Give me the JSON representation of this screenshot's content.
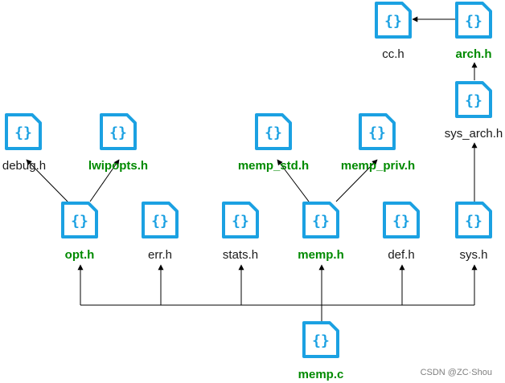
{
  "colors": {
    "icon": "#1ba1e2",
    "icon_bg": "#ffffff",
    "line": "#000000",
    "text": "#1a1a1a",
    "highlight_text": "#008a00",
    "watermark": "#7f7f7f"
  },
  "icon_glyph": "{}",
  "icon_name": "file-code-icon",
  "nodes": [
    {
      "id": "cc-h",
      "label": "cc.h",
      "highlight": false
    },
    {
      "id": "arch-h",
      "label": "arch.h",
      "highlight": true
    },
    {
      "id": "sys-arch-h",
      "label": "sys_arch.h",
      "highlight": false
    },
    {
      "id": "debug-h",
      "label": "debug.h",
      "highlight": false
    },
    {
      "id": "lwipopts-h",
      "label": "lwipopts.h",
      "highlight": true
    },
    {
      "id": "memp-std-h",
      "label": "memp_std.h",
      "highlight": true
    },
    {
      "id": "memp-priv-h",
      "label": "memp_priv.h",
      "highlight": true
    },
    {
      "id": "opt-h",
      "label": "opt.h",
      "highlight": true
    },
    {
      "id": "err-h",
      "label": "err.h",
      "highlight": false
    },
    {
      "id": "stats-h",
      "label": "stats.h",
      "highlight": false
    },
    {
      "id": "memp-h",
      "label": "memp.h",
      "highlight": true
    },
    {
      "id": "def-h",
      "label": "def.h",
      "highlight": false
    },
    {
      "id": "sys-h",
      "label": "sys.h",
      "highlight": false
    },
    {
      "id": "memp-c",
      "label": "memp.c",
      "highlight": true
    }
  ],
  "edges": [
    {
      "from": "arch-h",
      "to": "cc-h"
    },
    {
      "from": "sys-arch-h",
      "to": "arch-h"
    },
    {
      "from": "sys-h",
      "to": "sys-arch-h"
    },
    {
      "from": "opt-h",
      "to": "debug-h"
    },
    {
      "from": "opt-h",
      "to": "lwipopts-h"
    },
    {
      "from": "memp-h",
      "to": "memp-std-h"
    },
    {
      "from": "memp-h",
      "to": "memp-priv-h"
    },
    {
      "from": "memp-c",
      "to": "opt-h"
    },
    {
      "from": "memp-c",
      "to": "err-h"
    },
    {
      "from": "memp-c",
      "to": "stats-h"
    },
    {
      "from": "memp-c",
      "to": "memp-h"
    },
    {
      "from": "memp-c",
      "to": "def-h"
    },
    {
      "from": "memp-c",
      "to": "sys-h"
    }
  ],
  "watermark": "CSDN @ZC·Shou"
}
